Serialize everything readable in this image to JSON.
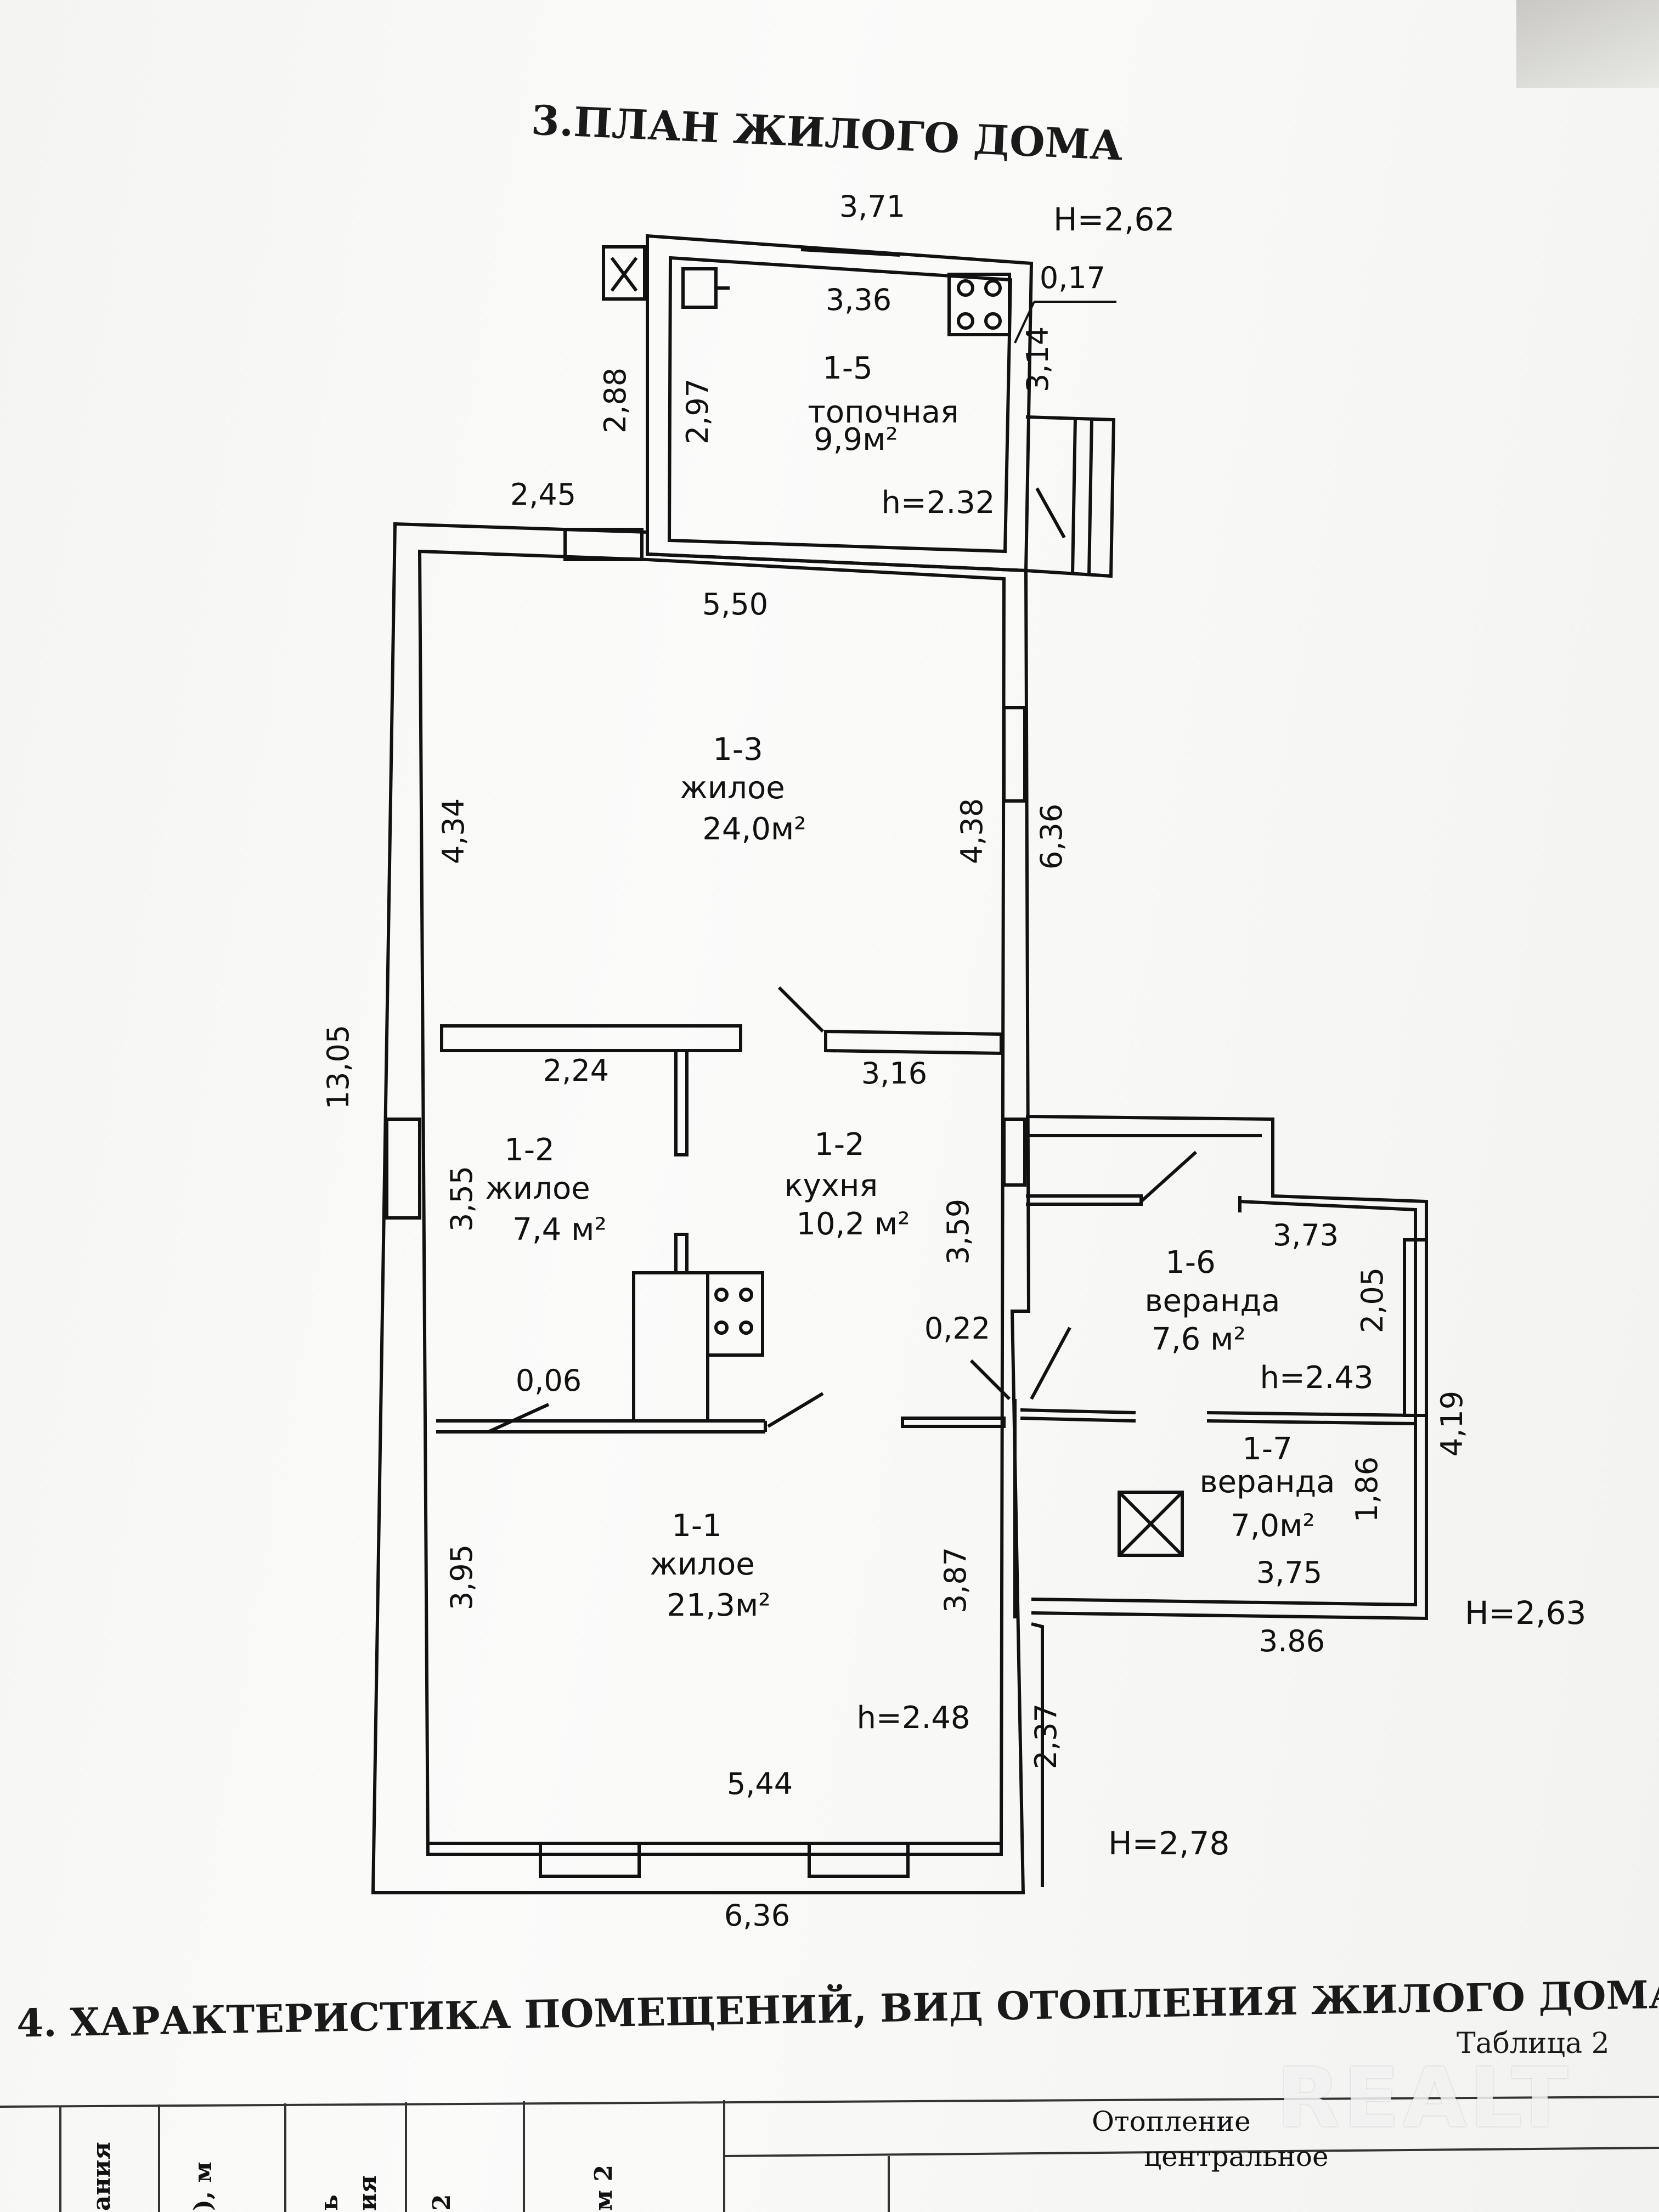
{
  "page": {
    "section3_title": "3.ПЛАН ЖИЛОГО ДОМА",
    "section4_title": "4. ХАРАКТЕРИСТИКА ПОМЕЩЕНИЙ, ВИД ОТОПЛЕНИЯ ЖИЛОГО ДОМА",
    "table_caption": "Таблица 2",
    "watermark": "REALT"
  },
  "rooms": {
    "r15": {
      "num": "1-5",
      "name": "топочная",
      "area": "9,9м²",
      "height": "h=2.32"
    },
    "r13": {
      "num": "1-3",
      "name": "жилое",
      "area": "24,0м²"
    },
    "r12a": {
      "num": "1-2",
      "name": "жилое",
      "area": "7,4 м²"
    },
    "r12b": {
      "num": "1-2",
      "name": "кухня",
      "area": "10,2 м²"
    },
    "r11": {
      "num": "1-1",
      "name": "жилое",
      "area": "21,3м²",
      "height": "h=2.48"
    },
    "r16": {
      "num": "1-6",
      "name": "веранда",
      "area": "7,6 м²",
      "height": "h=2.43"
    },
    "r17": {
      "num": "1-7",
      "name": "веранда",
      "area": "7,0м²"
    }
  },
  "heights": {
    "h_top": "H=2,62",
    "h_right": "H=2,63",
    "h_bottom": "H=2,78"
  },
  "dimensions": {
    "d371": "3,71",
    "d336": "3,36",
    "d017": "0,17",
    "d314": "3,14",
    "d288": "2,88",
    "d297": "2,97",
    "d245": "2,45",
    "d550": "5,50",
    "d434": "4,34",
    "d438": "4,38",
    "d636r": "6,36",
    "d1305": "13,05",
    "d224": "2,24",
    "d316": "3,16",
    "d355": "3,55",
    "d359": "3,59",
    "d022": "0,22",
    "d006": "0,06",
    "d373": "3,73",
    "d205": "2,05",
    "d419": "4,19",
    "d186": "1,86",
    "d375": "3,75",
    "d386": "3.86",
    "d395": "3,95",
    "d387": "3,87",
    "d237": "2,37",
    "d544": "5,44",
    "d636b": "6,36"
  },
  "table": {
    "heating_header": "Отопление",
    "heating_value": "центральное",
    "col1": "ания",
    "col2": "), м",
    "col3": "ь",
    "col4": "ия",
    "col5": "2",
    "col6": "м 2"
  }
}
